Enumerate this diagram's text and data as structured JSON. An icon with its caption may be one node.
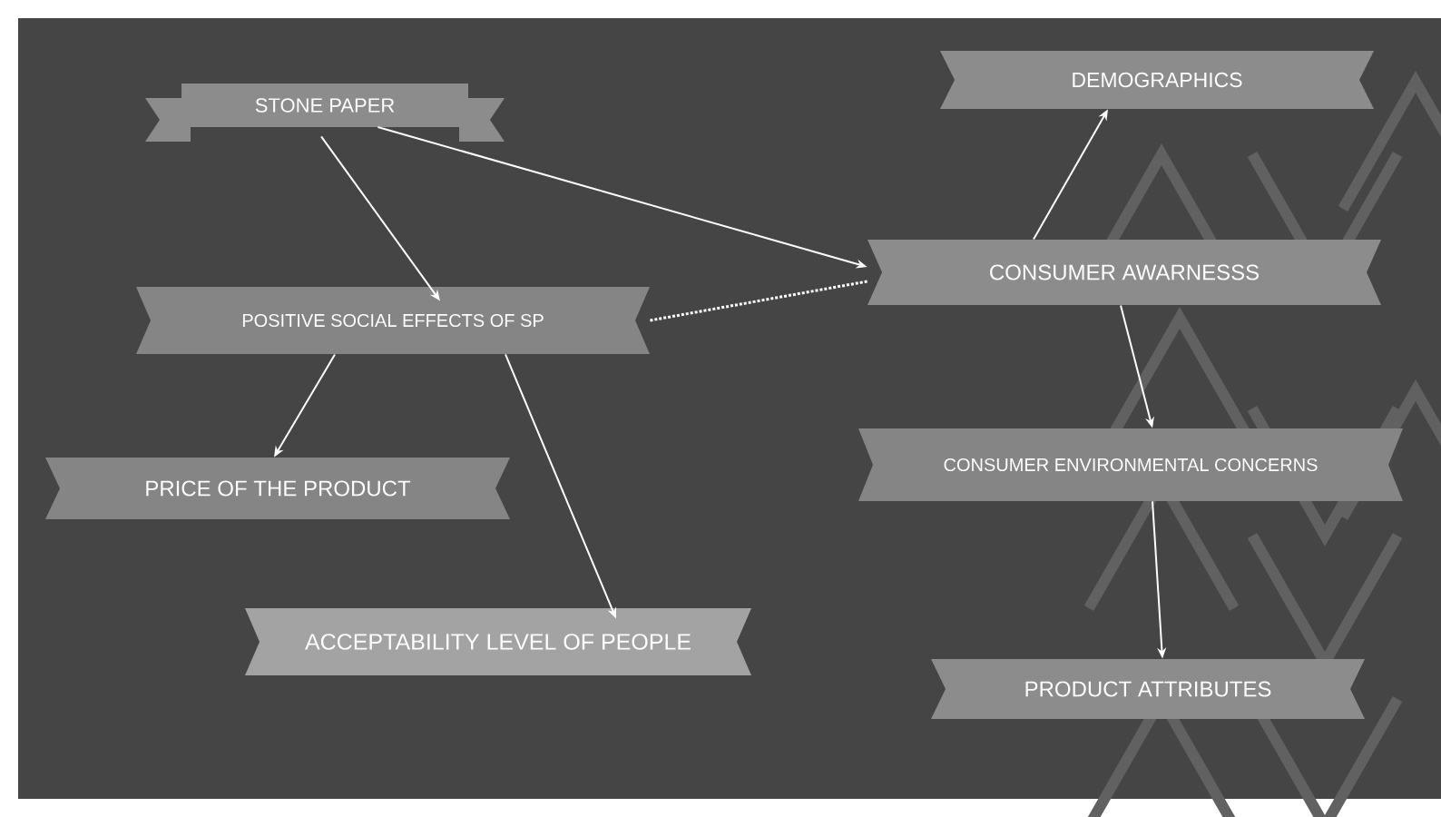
{
  "diagram": {
    "nodes": [
      {
        "text": [
          "STONE PAPER"
        ]
      },
      {
        "text": [
          "POSITIVE SOCIAL EFFECTS OF SP"
        ]
      },
      {
        "text": [
          "PRICE OF THE PRODUCT"
        ]
      },
      {
        "text": [
          "ACCEPTABILITY LEVEL OF PEOPLE"
        ]
      },
      {
        "text": [
          "DEMOGRAPHICS"
        ]
      },
      {
        "text": [
          "CONSUMER AWARNESSS"
        ]
      },
      {
        "text": [
          "CONSUMER ENVIRONMENTAL CONCERNS"
        ]
      },
      {
        "text": [
          "PRODUCT ATTRIBUTES"
        ]
      }
    ],
    "edges": [
      {
        "from": 0,
        "to": 1,
        "arrow": "to"
      },
      {
        "from": 0,
        "to": 5,
        "arrow": "to"
      },
      {
        "from": 1,
        "to": 5,
        "arrow": "none",
        "style": "dashed"
      },
      {
        "from": 1,
        "to": 2,
        "arrow": "to"
      },
      {
        "from": 1,
        "to": 3,
        "arrow": "to"
      },
      {
        "from": 5,
        "to": 4,
        "arrow": "to"
      },
      {
        "from": 5,
        "to": 6,
        "arrow": "to"
      },
      {
        "from": 6,
        "to": 7,
        "arrow": "to"
      }
    ]
  }
}
